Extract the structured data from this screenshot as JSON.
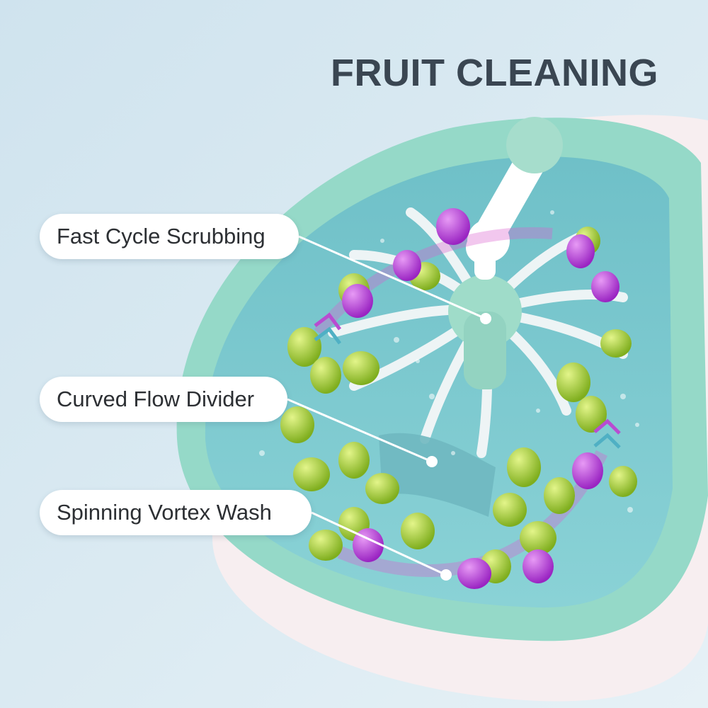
{
  "title": "FRUIT CLEANING",
  "callouts": [
    {
      "label": "Fast Cycle Scrubbing"
    },
    {
      "label": "Curved Flow Divider"
    },
    {
      "label": "Spinning Vortex Wash"
    }
  ],
  "colors": {
    "background": "#dfeef5",
    "basin_rim": "#8fd6c4",
    "water": "#7cc8cf",
    "grape_green": "#9cc93a",
    "grape_purple": "#b13fd0",
    "title_text": "#3a4652"
  }
}
